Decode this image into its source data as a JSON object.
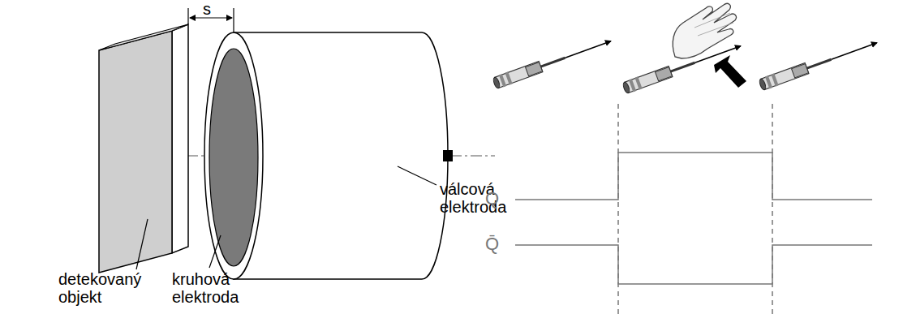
{
  "diagram": {
    "labels": [
      "s",
      "detekovaný objekt",
      "kruhová elektroda",
      "válcová elektroda",
      "Q",
      "Q̄"
    ]
  }
}
